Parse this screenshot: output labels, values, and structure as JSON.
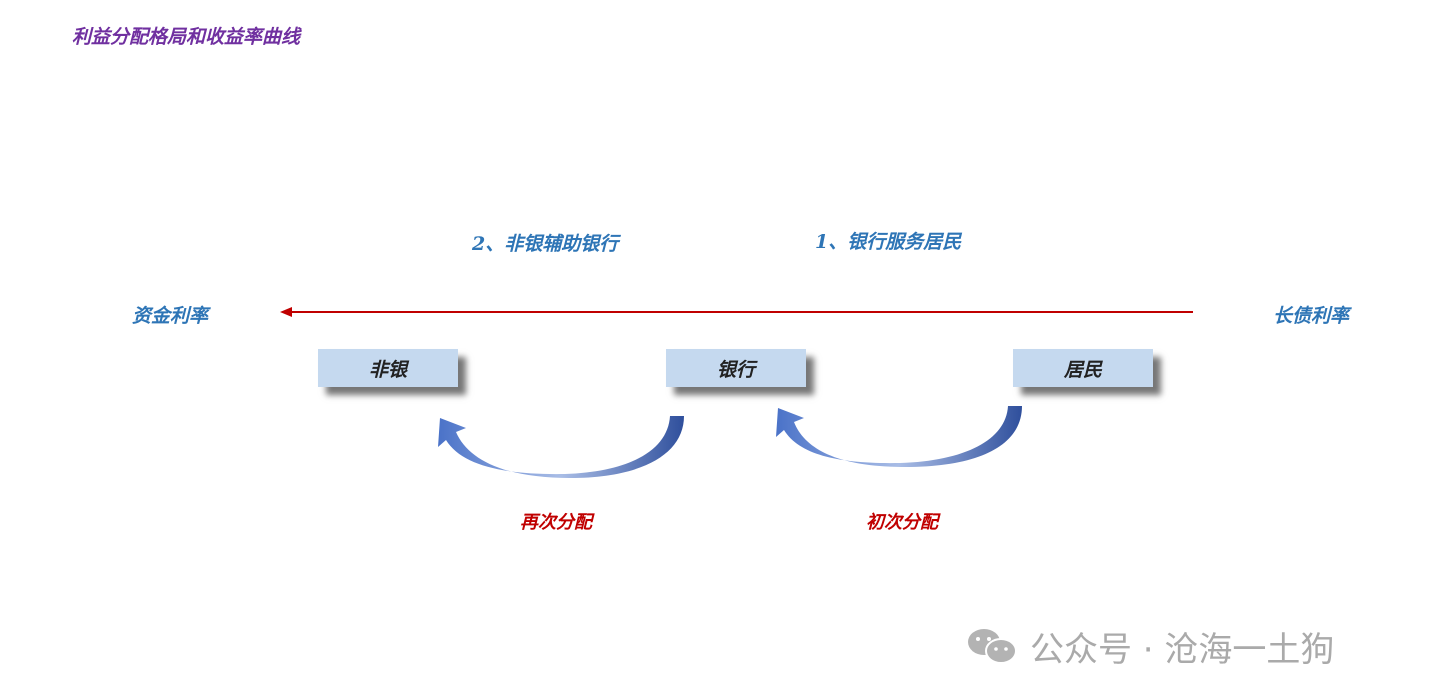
{
  "title": "利益分配格局和收益率曲线",
  "steps": {
    "step1": "1、银行服务居民",
    "step2": "2、非银辅助银行"
  },
  "axis": {
    "left_label": "资金利率",
    "right_label": "长债利率"
  },
  "nodes": [
    "非银",
    "银行",
    "居民"
  ],
  "flows": {
    "first": "初次分配",
    "second": "再次分配"
  },
  "watermark": {
    "icon": "wechat-icon",
    "text": "公众号 · 沧海一土狗"
  },
  "colors": {
    "title": "#7030a0",
    "label": "#2e75b6",
    "flow": "#c00000",
    "box": "#c5d9ef",
    "arrow": "#3a5fb0",
    "line": "#c00000"
  }
}
